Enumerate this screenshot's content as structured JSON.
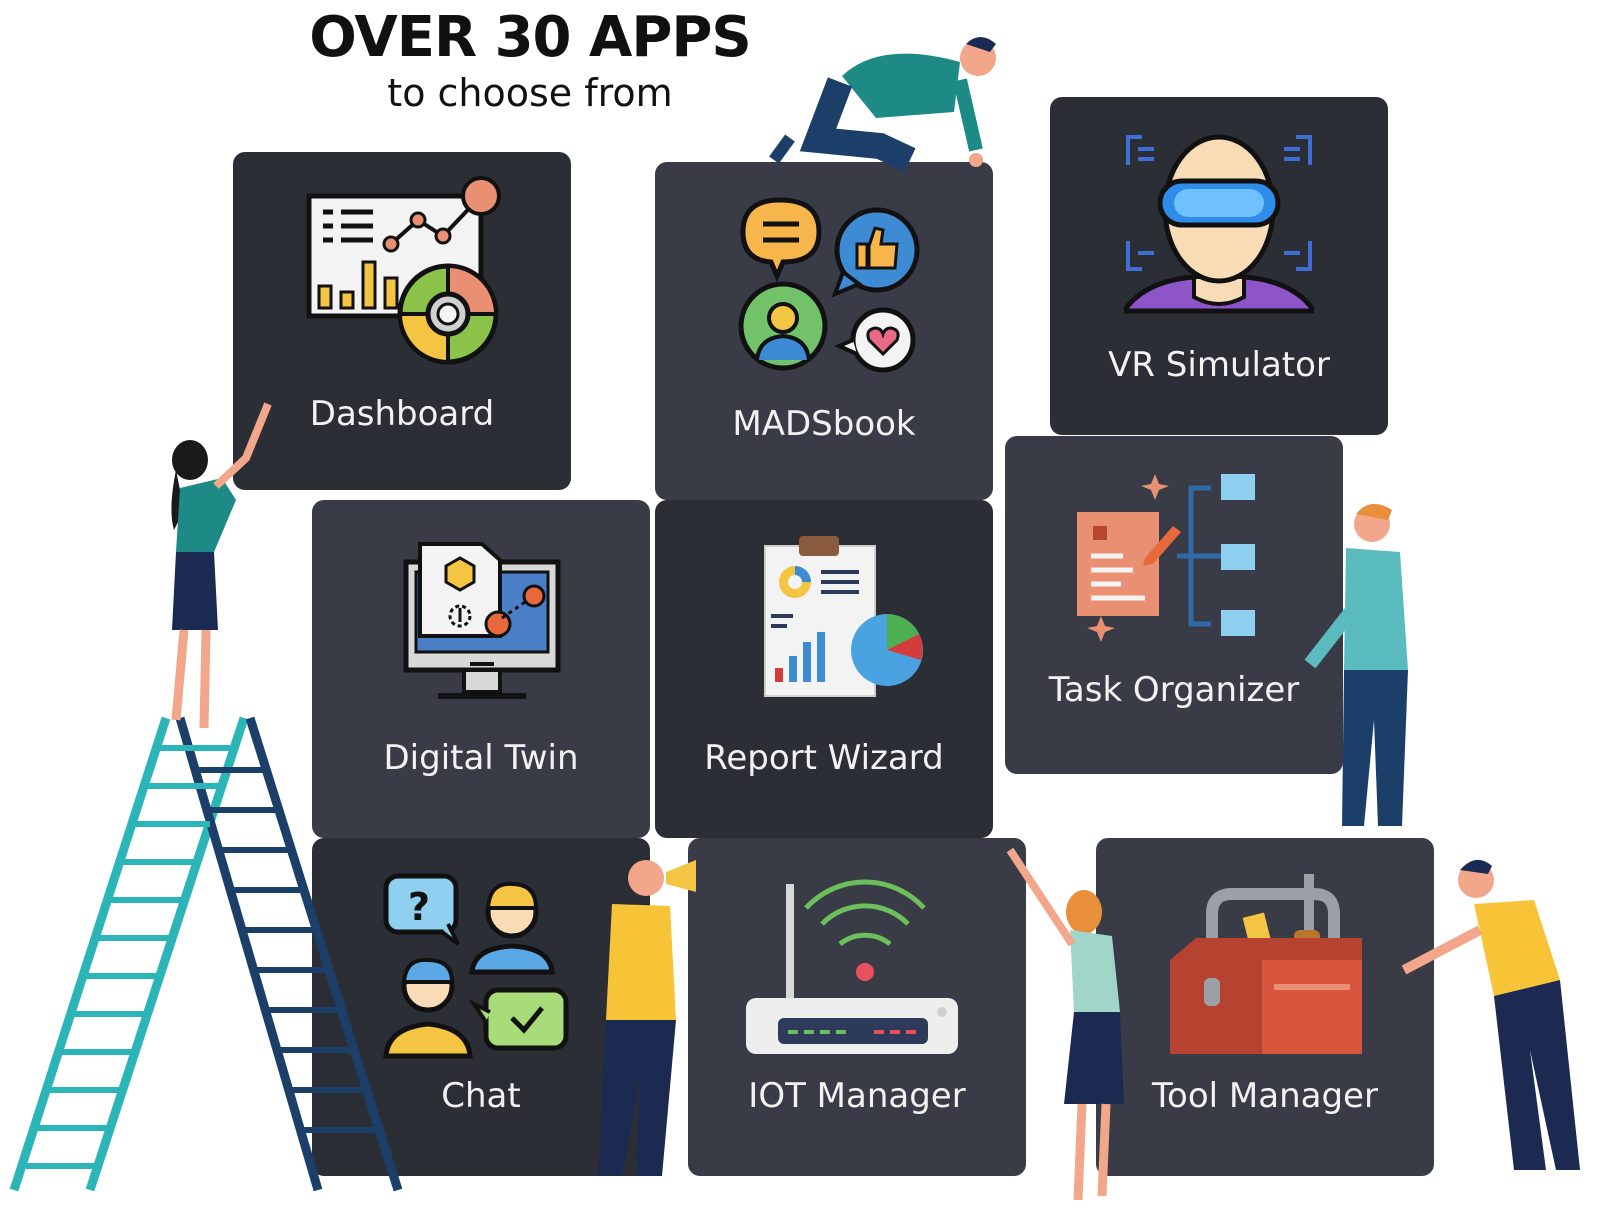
{
  "headline": {
    "title": "OVER 30 APPS",
    "subtitle": "to choose from"
  },
  "apps": [
    {
      "label": "Dashboard",
      "icon": "dashboard-icon"
    },
    {
      "label": "MADSbook",
      "icon": "social-icon"
    },
    {
      "label": "VR Simulator",
      "icon": "vr-headset-icon"
    },
    {
      "label": "Digital Twin",
      "icon": "digital-twin-icon"
    },
    {
      "label": "Report Wizard",
      "icon": "report-icon"
    },
    {
      "label": "Task Organizer",
      "icon": "task-organizer-icon"
    },
    {
      "label": "Chat",
      "icon": "chat-icon"
    },
    {
      "label": "IOT Manager",
      "icon": "router-icon"
    },
    {
      "label": "Tool Manager",
      "icon": "toolbox-icon"
    }
  ],
  "colors": {
    "tile_dark": "#2b2e35",
    "tile_mid": "#393c46",
    "label": "#f2f2f2"
  }
}
